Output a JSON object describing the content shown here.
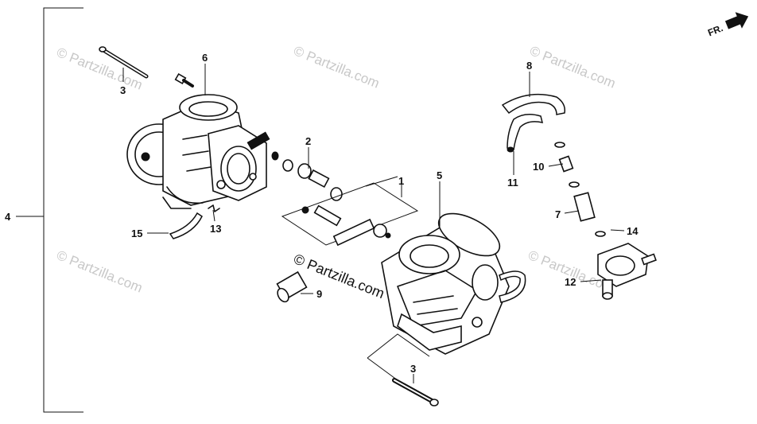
{
  "diagram": {
    "front_label": "FR.",
    "watermark_text": "© Partzilla.com",
    "center_watermark": "© Partzilla.com",
    "callouts": [
      {
        "id": "c1",
        "text": "1"
      },
      {
        "id": "c2",
        "text": "2"
      },
      {
        "id": "c3a",
        "text": "3"
      },
      {
        "id": "c3b",
        "text": "3"
      },
      {
        "id": "c4",
        "text": "4"
      },
      {
        "id": "c5",
        "text": "5"
      },
      {
        "id": "c6",
        "text": "6"
      },
      {
        "id": "c7",
        "text": "7"
      },
      {
        "id": "c8",
        "text": "8"
      },
      {
        "id": "c9",
        "text": "9"
      },
      {
        "id": "c10",
        "text": "10"
      },
      {
        "id": "c11",
        "text": "11"
      },
      {
        "id": "c12",
        "text": "12"
      },
      {
        "id": "c13",
        "text": "13"
      },
      {
        "id": "c14",
        "text": "14"
      },
      {
        "id": "c15",
        "text": "15"
      }
    ]
  }
}
